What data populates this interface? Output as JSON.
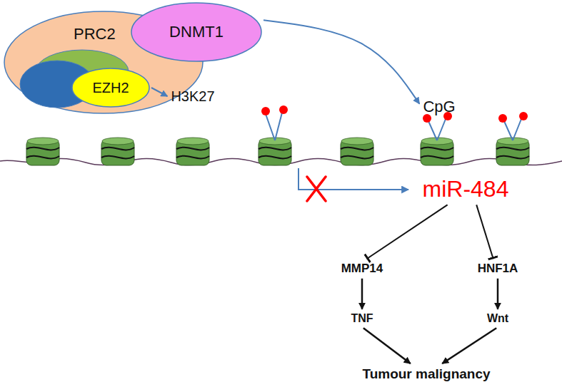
{
  "diagram": {
    "nodes": [
      {
        "text": [
          "PRC2"
        ]
      },
      {
        "text": [
          "EZH2"
        ],
        "in": 0
      },
      {
        "text": [
          "DNMT1"
        ]
      },
      {
        "text": [
          "H3K27"
        ]
      },
      {
        "text": [
          "CpG"
        ]
      },
      {
        "text": [
          "miR-484"
        ]
      },
      {
        "text": [
          "MMP14"
        ]
      },
      {
        "text": [
          "HNF1A"
        ]
      },
      {
        "text": [
          "TNF"
        ]
      },
      {
        "text": [
          "Wnt"
        ]
      },
      {
        "text": [
          "Tumour malignancy"
        ]
      }
    ],
    "edges": [
      {
        "from": 1,
        "to": 3,
        "arrow": "to"
      },
      {
        "from": 2,
        "to": 4,
        "arrow": "to"
      },
      {
        "from": 5,
        "to": 6,
        "arrow": "to"
      },
      {
        "from": 5,
        "to": 7,
        "arrow": "to"
      },
      {
        "from": 6,
        "to": 8,
        "arrow": "to"
      },
      {
        "from": 7,
        "to": 9,
        "arrow": "to"
      },
      {
        "from": 8,
        "to": 10,
        "arrow": "to"
      },
      {
        "from": 9,
        "to": 10,
        "arrow": "to"
      }
    ]
  }
}
